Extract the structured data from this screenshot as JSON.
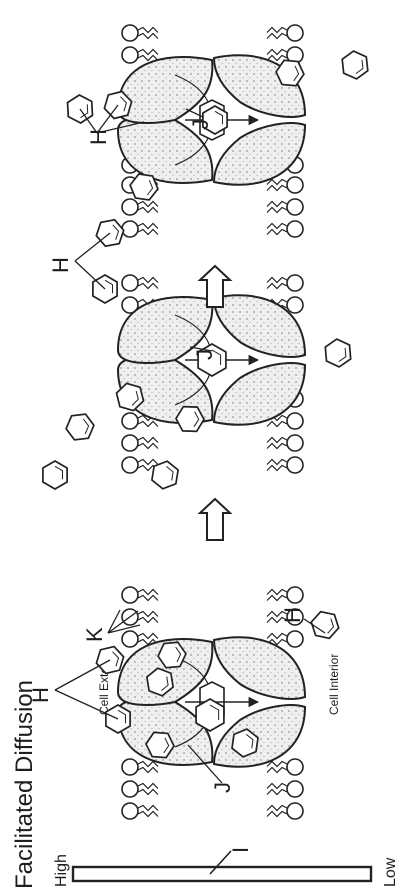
{
  "title": "Facilitated Diffusion",
  "gradient": {
    "high": "High",
    "low": "Low",
    "marker": "I"
  },
  "regions": {
    "exterior": "Cell Exterior",
    "interior": "Cell Interior"
  },
  "labels": {
    "H": "H",
    "J": "J",
    "K": "K"
  }
}
